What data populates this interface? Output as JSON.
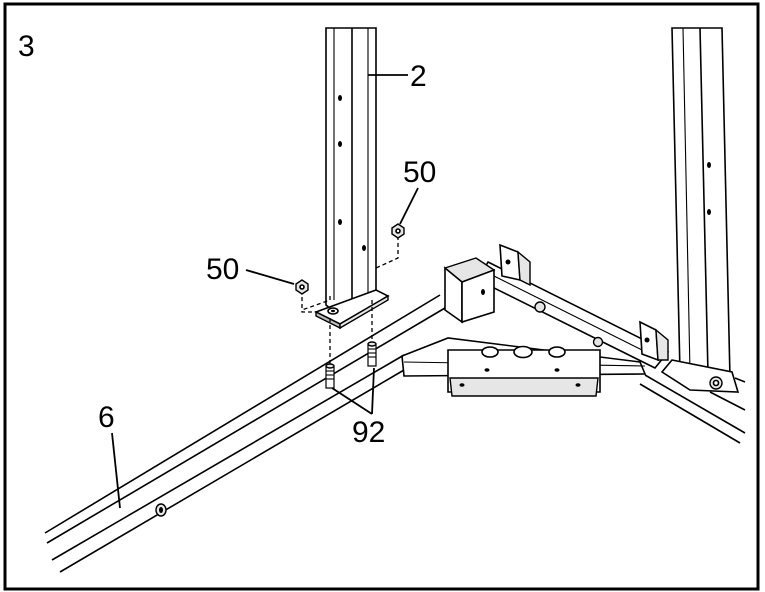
{
  "step_number": "3",
  "callouts": {
    "upright": "2",
    "nut_right": "50",
    "nut_left": "50",
    "base_rail": "6",
    "bolts": "92"
  }
}
